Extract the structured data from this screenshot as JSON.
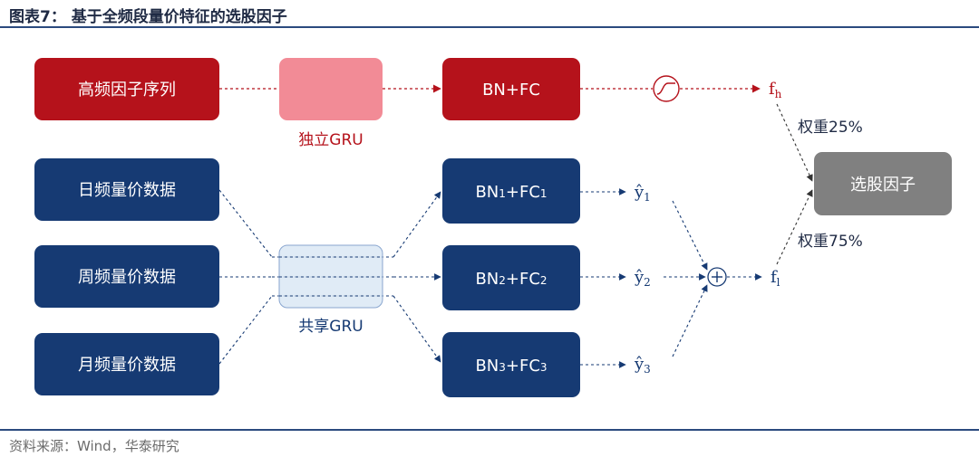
{
  "title": "图表7：  基于全频段量价特征的选股因子",
  "source": "资料来源：Wind，华泰研究",
  "nodes": {
    "hf_seq": "高频因子序列",
    "indep_gru": "独立GRU",
    "bn_fc": "BN+FC",
    "f_h": {
      "base": "f",
      "sub": "h"
    },
    "weight_h": "权重25%",
    "selection": "选股因子",
    "weight_l": "权重75%",
    "daily": "日频量价数据",
    "weekly": "周频量价数据",
    "monthly": "月频量价数据",
    "shared_gru": "共享GRU",
    "bn_fc_1": {
      "a": "BN",
      "a_sub": "1",
      "b": "+FC",
      "b_sub": "1"
    },
    "bn_fc_2": {
      "a": "BN",
      "a_sub": "2",
      "b": "+FC",
      "b_sub": "2"
    },
    "bn_fc_3": {
      "a": "BN",
      "a_sub": "3",
      "b": "+FC",
      "b_sub": "3"
    },
    "y1": {
      "base": "ŷ",
      "sub": "1"
    },
    "y2": {
      "base": "ŷ",
      "sub": "2"
    },
    "y3": {
      "base": "ŷ",
      "sub": "3"
    },
    "f_l": {
      "base": "f",
      "sub": "l"
    }
  },
  "colors": {
    "red": "#b5121b",
    "pink": "#f28b96",
    "navy": "#163a73",
    "light_blue": "#dbe7f5",
    "gray": "#808080",
    "rule": "#2b4a7e"
  },
  "icons": {
    "activation": "sigmoid-icon",
    "sum": "plus-circle-icon"
  }
}
